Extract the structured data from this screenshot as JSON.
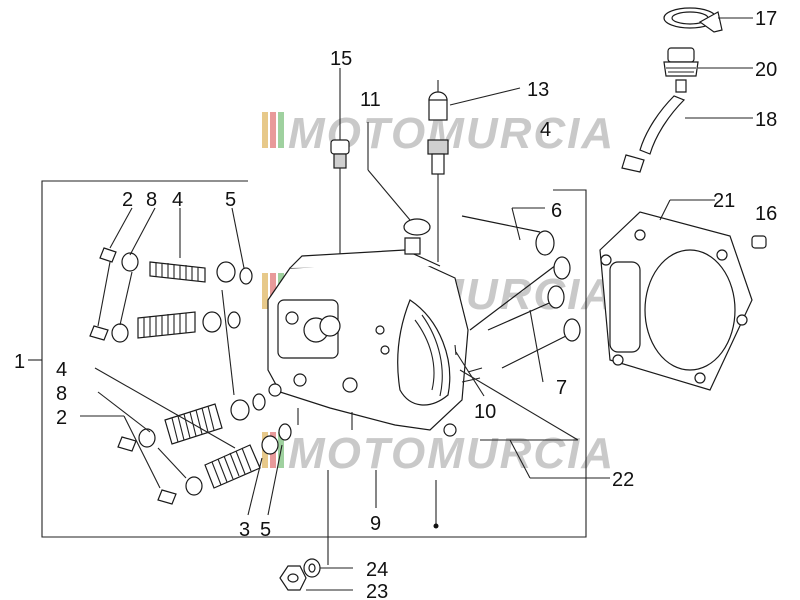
{
  "watermark": {
    "text": "MOTOMURCIA"
  },
  "labels": {
    "l1": "1",
    "l2a": "2",
    "l2b": "2",
    "l3": "3",
    "l4a": "4",
    "l4b": "4",
    "l4c": "4",
    "l5a": "5",
    "l5b": "5",
    "l6": "6",
    "l7": "7",
    "l8a": "8",
    "l8b": "8",
    "l9": "9",
    "l10": "10",
    "l11": "11",
    "l13": "13",
    "l15": "15",
    "l16": "16",
    "l17": "17",
    "l18": "18",
    "l20": "20",
    "l21": "21",
    "l22": "22",
    "l23": "23",
    "l24": "24"
  }
}
